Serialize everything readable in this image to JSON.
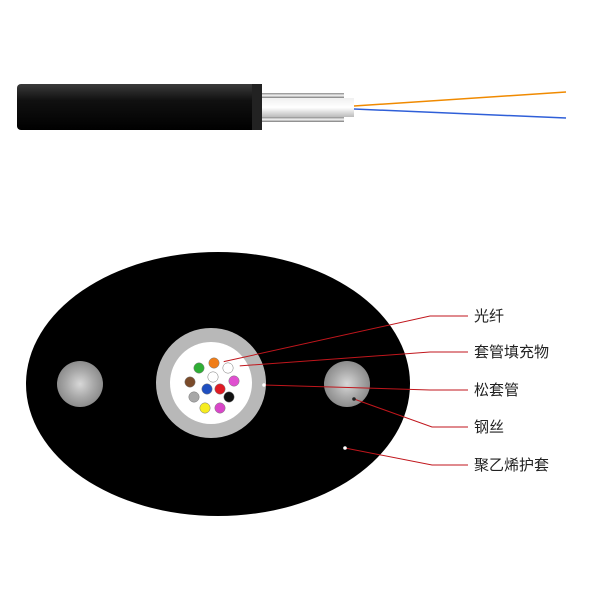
{
  "labels": {
    "fiber": "光纤",
    "filler": "套管填充物",
    "loose_tube": "松套管",
    "steel_wire": "钢丝",
    "sheath": "聚乙烯护套"
  },
  "colors": {
    "sheath": "#000000",
    "tube": "#b5b5b5",
    "tube_inner": "#ffffff",
    "steel": "#aaaaaa",
    "leader_line": "#c0161c",
    "fiber_orange": "#f08a00",
    "fiber_blue": "#2f5fd8",
    "fiber_colors": [
      "#2fae35",
      "#f07d17",
      "#ffffff",
      "#ffffff",
      "#7a4b2a",
      "#1f4fc0",
      "#e01b24",
      "#e04fd0",
      "#a8a8a8",
      "#111111",
      "#f6ec1f",
      "#d946c9"
    ]
  }
}
